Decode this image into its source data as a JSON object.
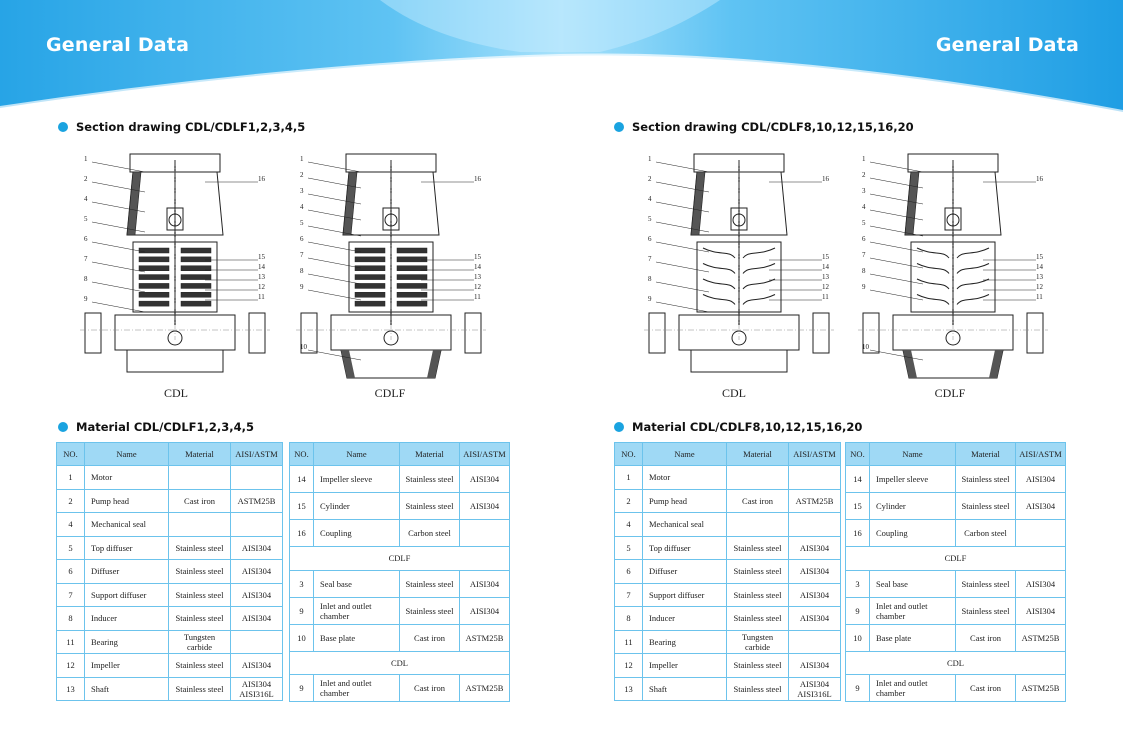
{
  "header": {
    "title_left": "General Data",
    "title_right": "General Data"
  },
  "left": {
    "section_title": "Section drawing CDL/CDLF1,2,3,4,5",
    "drawing_labels": {
      "cdl": [
        "1",
        "2",
        "4",
        "5",
        "6",
        "7",
        "8",
        "9",
        "16",
        "15",
        "14",
        "13",
        "12",
        "11"
      ],
      "cdlf": [
        "1",
        "2",
        "3",
        "4",
        "5",
        "6",
        "7",
        "8",
        "9",
        "10",
        "16",
        "15",
        "14",
        "13",
        "12",
        "11"
      ]
    },
    "captions": {
      "cdl": "CDL",
      "cdlf": "CDLF"
    },
    "material_title": "Material CDL/CDLF1,2,3,4,5",
    "headers": [
      "NO.",
      "Name",
      "Material",
      "AISI/ASTM"
    ],
    "table1": [
      [
        "1",
        "Motor",
        "",
        ""
      ],
      [
        "2",
        "Pump head",
        "Cast iron",
        "ASTM25B"
      ],
      [
        "4",
        "Mechanical seal",
        "",
        ""
      ],
      [
        "5",
        "Top diffuser",
        "Stainless steel",
        "AISI304"
      ],
      [
        "6",
        "Diffuser",
        "Stainless steel",
        "AISI304"
      ],
      [
        "7",
        "Support diffuser",
        "Stainless steel",
        "AISI304"
      ],
      [
        "8",
        "Inducer",
        "Stainless steel",
        "AISI304"
      ],
      [
        "11",
        "Bearing",
        "Tungsten carbide",
        ""
      ],
      [
        "12",
        "Impeller",
        "Stainless steel",
        "AISI304"
      ],
      [
        "13",
        "Shaft",
        "Stainless steel",
        "AISI304 AISI316L"
      ]
    ],
    "table2_a": [
      [
        "14",
        "Impeller sleeve",
        "Stainless steel",
        "AISI304"
      ],
      [
        "15",
        "Cylinder",
        "Stainless steel",
        "AISI304"
      ],
      [
        "16",
        "Coupling",
        "Carbon steel",
        ""
      ]
    ],
    "table2_sub1": "CDLF",
    "table2_b": [
      [
        "3",
        "Seal base",
        "Stainless steel",
        "AISI304"
      ],
      [
        "9",
        "Inlet and outlet chamber",
        "Stainless steel",
        "AISI304"
      ],
      [
        "10",
        "Base plate",
        "Cast iron",
        "ASTM25B"
      ]
    ],
    "table2_sub2": "CDL",
    "table2_c": [
      [
        "9",
        "Inlet and outlet chamber",
        "Cast iron",
        "ASTM25B"
      ]
    ]
  },
  "right": {
    "section_title": "Section drawing CDL/CDLF8,10,12,15,16,20",
    "drawing_labels": {
      "cdl": [
        "1",
        "2",
        "4",
        "5",
        "6",
        "7",
        "8",
        "9",
        "16",
        "15",
        "14",
        "13",
        "12",
        "11"
      ],
      "cdlf": [
        "1",
        "2",
        "3",
        "4",
        "5",
        "6",
        "7",
        "8",
        "9",
        "16",
        "15",
        "14",
        "13",
        "12",
        "11",
        "10"
      ]
    },
    "captions": {
      "cdl": "CDL",
      "cdlf": "CDLF"
    },
    "material_title": "Material CDL/CDLF8,10,12,15,16,20",
    "headers": [
      "NO.",
      "Name",
      "Material",
      "AISI/ASTM"
    ],
    "table1": [
      [
        "1",
        "Motor",
        "",
        ""
      ],
      [
        "2",
        "Pump head",
        "Cast iron",
        "ASTM25B"
      ],
      [
        "4",
        "Mechanical seal",
        "",
        ""
      ],
      [
        "5",
        "Top diffuser",
        "Stainless steel",
        "AISI304"
      ],
      [
        "6",
        "Diffuser",
        "Stainless steel",
        "AISI304"
      ],
      [
        "7",
        "Support diffuser",
        "Stainless steel",
        "AISI304"
      ],
      [
        "8",
        "Inducer",
        "Stainless steel",
        "AISI304"
      ],
      [
        "11",
        "Bearing",
        "Tungsten carbide",
        ""
      ],
      [
        "12",
        "Impeller",
        "Stainless steel",
        "AISI304"
      ],
      [
        "13",
        "Shaft",
        "Stainless steel",
        "AISI304 AISI316L"
      ]
    ],
    "table2_a": [
      [
        "14",
        "Impeller sleeve",
        "Stainless steel",
        "AISI304"
      ],
      [
        "15",
        "Cylinder",
        "Stainless steel",
        "AISI304"
      ],
      [
        "16",
        "Coupling",
        "Carbon steel",
        ""
      ]
    ],
    "table2_sub1": "CDLF",
    "table2_b": [
      [
        "3",
        "Seal base",
        "Stainless steel",
        "AISI304"
      ],
      [
        "9",
        "Inlet and outlet chamber",
        "Stainless steel",
        "AISI304"
      ],
      [
        "10",
        "Base plate",
        "Cast iron",
        "ASTM25B"
      ]
    ],
    "table2_sub2": "CDL",
    "table2_c": [
      [
        "9",
        "Inlet and outlet chamber",
        "Cast iron",
        "ASTM25B"
      ]
    ]
  }
}
